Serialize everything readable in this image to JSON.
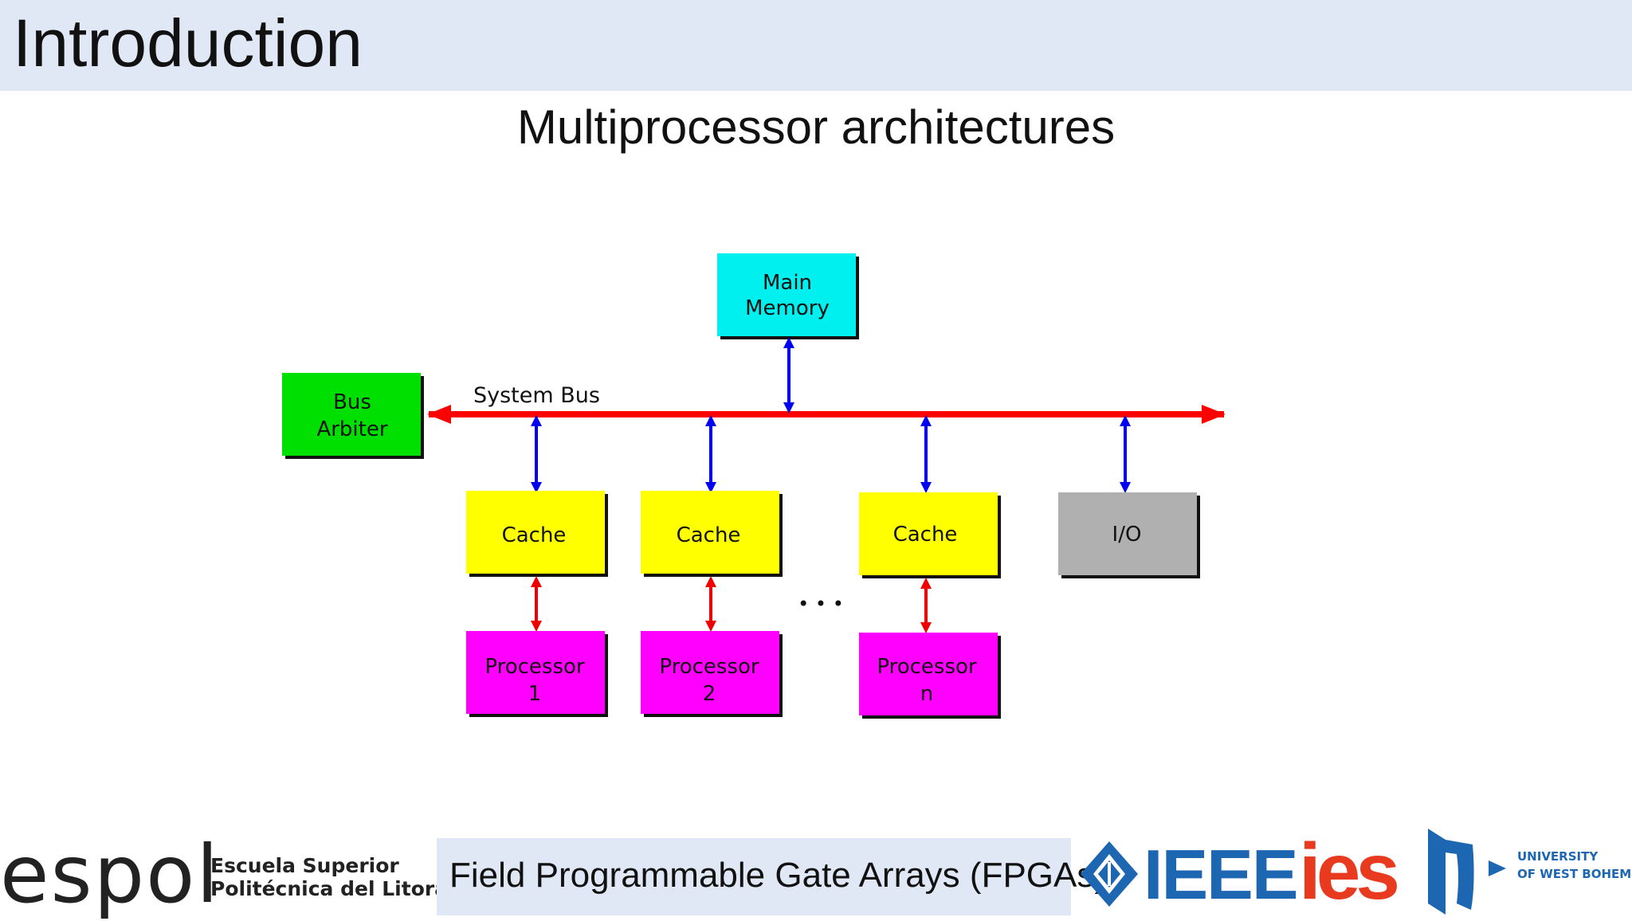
{
  "slide": {
    "title": "Introduction",
    "subtitle": "Multiprocessor architectures"
  },
  "diagram": {
    "main_memory": [
      "Main",
      "Memory"
    ],
    "bus_arbiter": [
      "Bus",
      "Arbiter"
    ],
    "system_bus_label": "System Bus",
    "caches": [
      "Cache",
      "Cache",
      "Cache"
    ],
    "io": "I/O",
    "processors": [
      [
        "Processor",
        "1"
      ],
      [
        "Processor",
        "2"
      ],
      [
        "Processor",
        "n"
      ]
    ],
    "ellipsis": "• • •",
    "colors": {
      "main_memory": "#00f0f0",
      "bus_arbiter": "#00e000",
      "cache": "#ffff00",
      "io": "#b0b0b0",
      "processor": "#ff00ff",
      "system_bus": "#ff0000",
      "bus_link": "#0000ee",
      "cpu_link": "#ee0000"
    }
  },
  "footer": {
    "espol_logo": "espol",
    "espol_line1": "Escuela Superior",
    "espol_line2": "Politécnica del Litoral",
    "course_title": "Field Programmable Gate Arrays (FPGAs)",
    "ieee_logo": "IEEE",
    "ies_logo": "ies",
    "uwb_line1": "UNIVERSITY",
    "uwb_line2": "OF WEST BOHEMIA"
  }
}
